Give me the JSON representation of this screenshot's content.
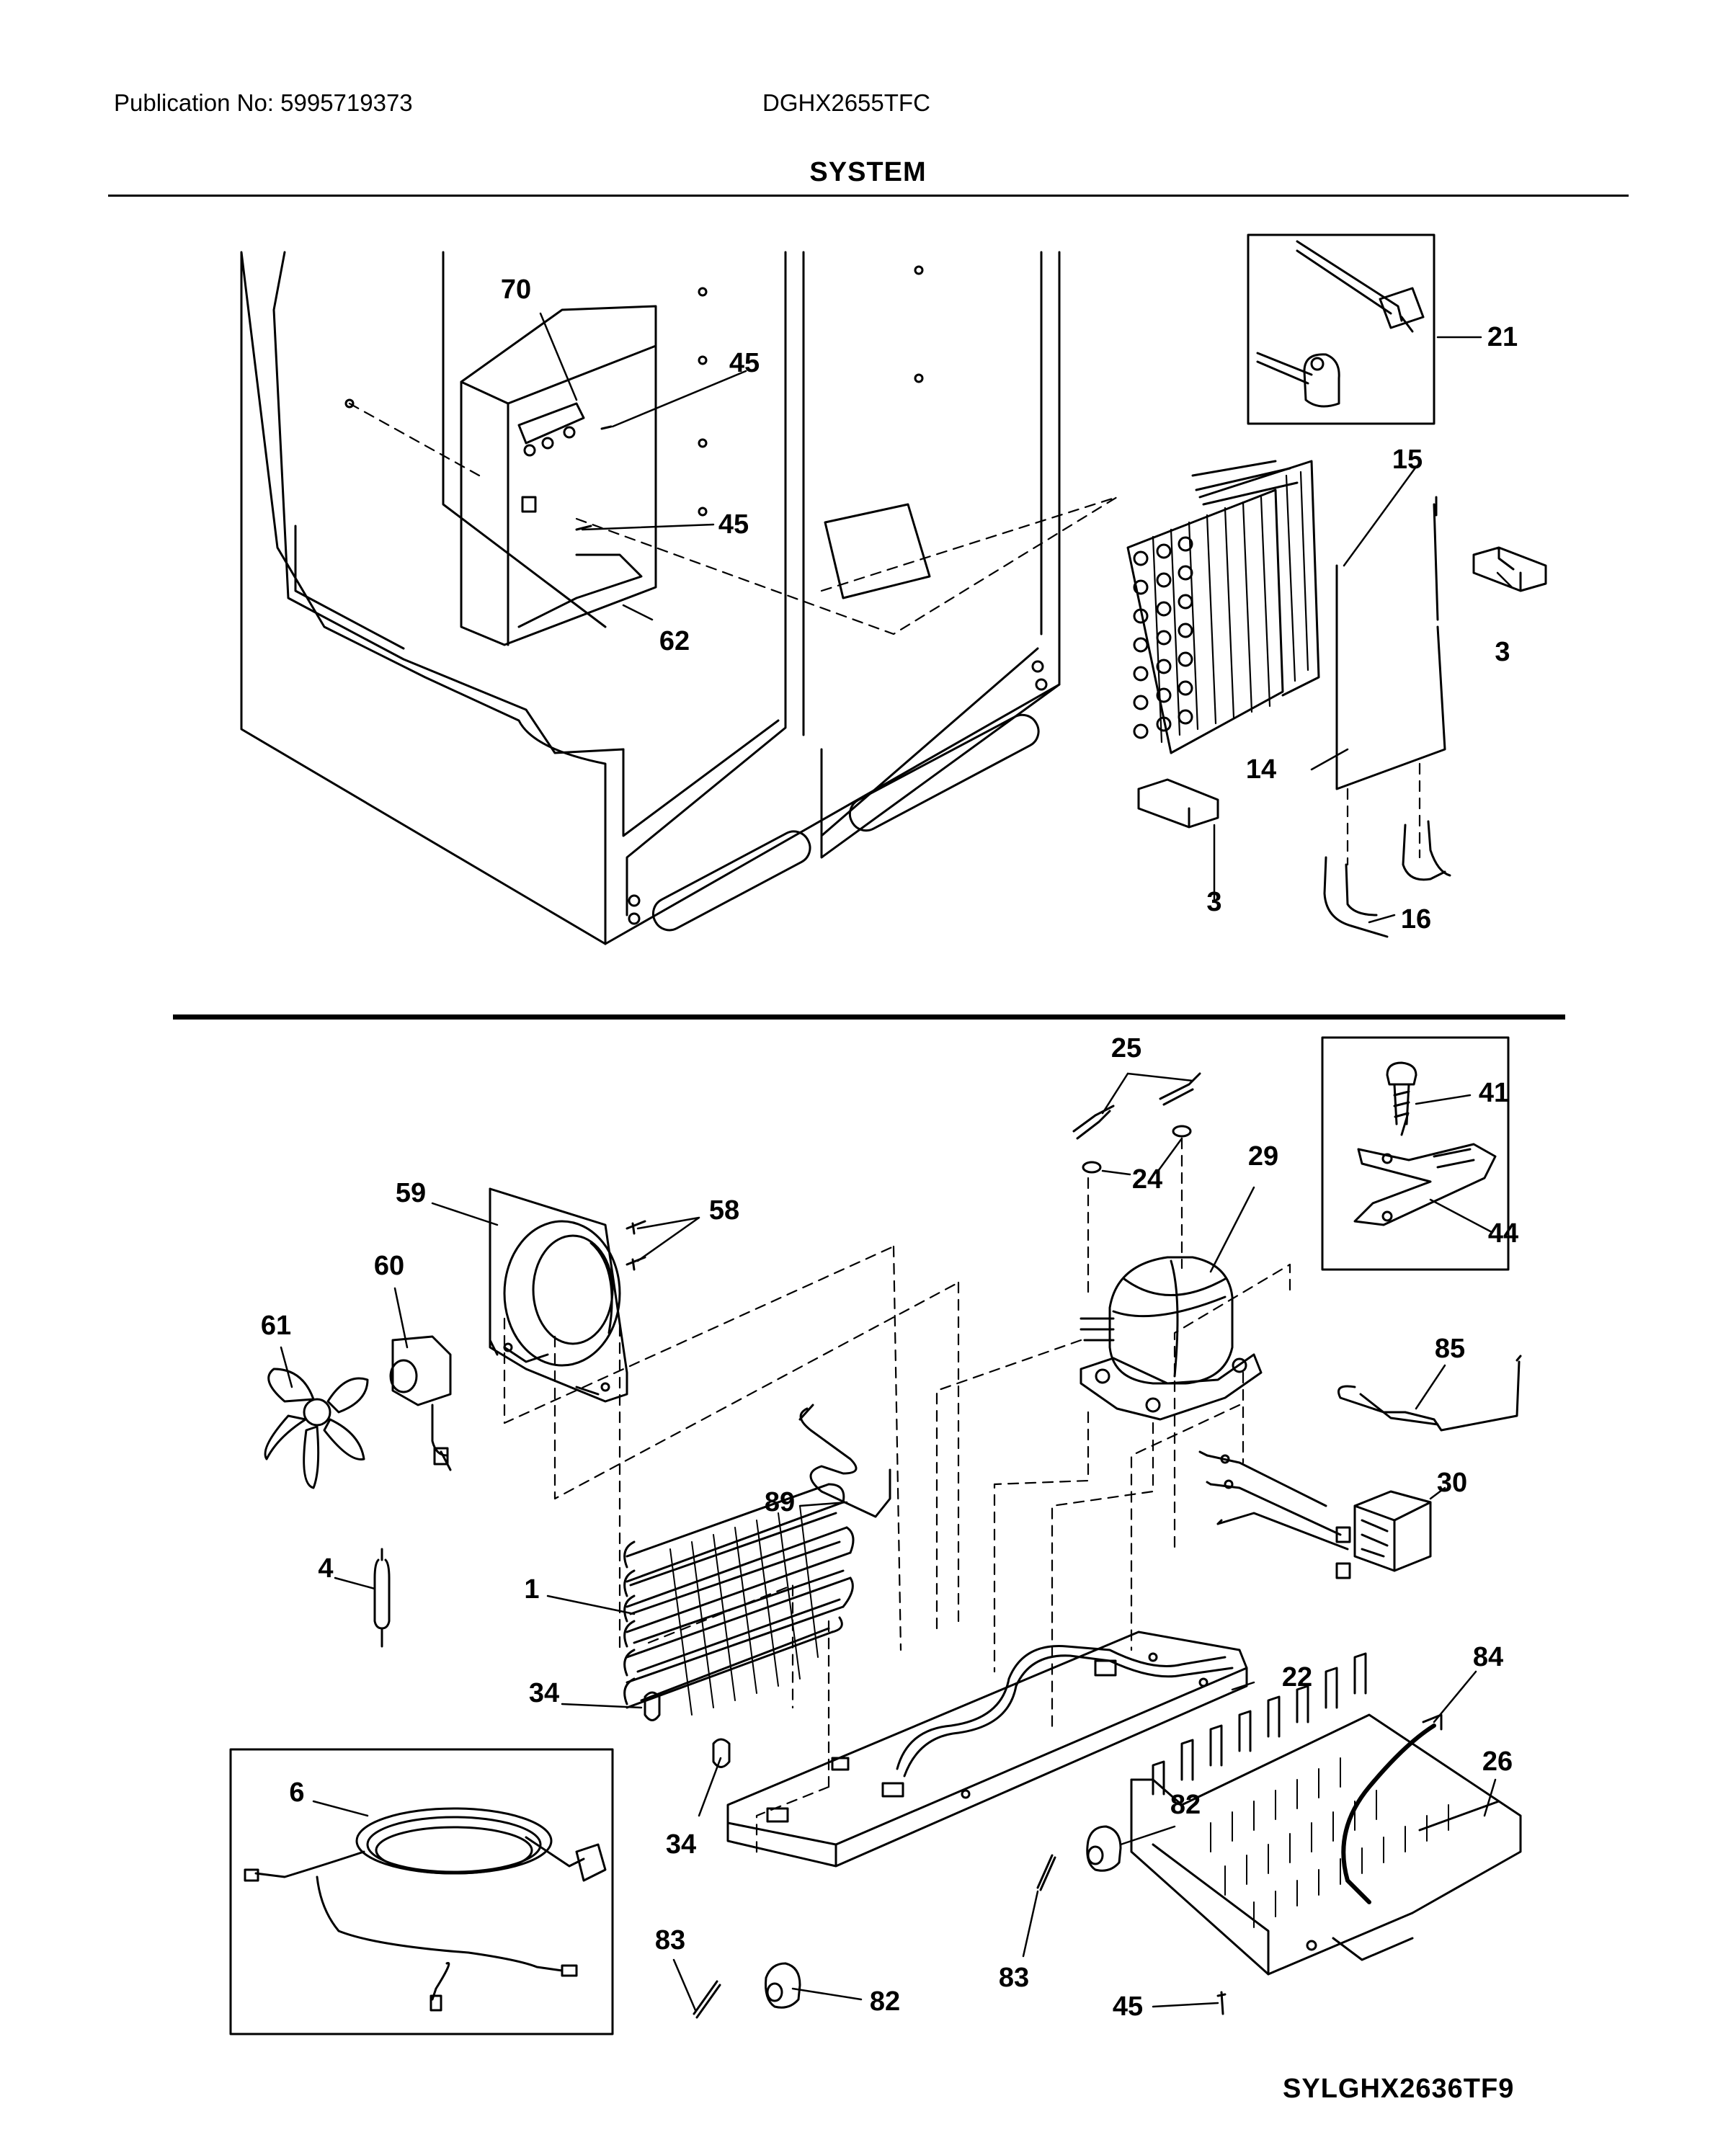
{
  "header": {
    "publication": "Publication No: 5995719373",
    "model": "DGHX2655TFC",
    "section_title": "SYSTEM"
  },
  "footer": {
    "diagram_code": "SYLGHX2636TF9"
  },
  "callouts": [
    {
      "key": "c70",
      "label": "70"
    },
    {
      "key": "c45a",
      "label": "45"
    },
    {
      "key": "c45b",
      "label": "45"
    },
    {
      "key": "c62",
      "label": "62"
    },
    {
      "key": "c21",
      "label": "21"
    },
    {
      "key": "c15",
      "label": "15"
    },
    {
      "key": "c3a",
      "label": "3"
    },
    {
      "key": "c14",
      "label": "14"
    },
    {
      "key": "c3b",
      "label": "3"
    },
    {
      "key": "c16",
      "label": "16"
    },
    {
      "key": "c25",
      "label": "25"
    },
    {
      "key": "c24",
      "label": "24"
    },
    {
      "key": "c29",
      "label": "29"
    },
    {
      "key": "c41",
      "label": "41"
    },
    {
      "key": "c44",
      "label": "44"
    },
    {
      "key": "c59",
      "label": "59"
    },
    {
      "key": "c58",
      "label": "58"
    },
    {
      "key": "c60",
      "label": "60"
    },
    {
      "key": "c61",
      "label": "61"
    },
    {
      "key": "c85",
      "label": "85"
    },
    {
      "key": "c30",
      "label": "30"
    },
    {
      "key": "c89",
      "label": "89"
    },
    {
      "key": "c4",
      "label": "4"
    },
    {
      "key": "c1",
      "label": "1"
    },
    {
      "key": "c22",
      "label": "22"
    },
    {
      "key": "c84",
      "label": "84"
    },
    {
      "key": "c34a",
      "label": "34"
    },
    {
      "key": "c26",
      "label": "26"
    },
    {
      "key": "c6",
      "label": "6"
    },
    {
      "key": "c34b",
      "label": "34"
    },
    {
      "key": "c82a",
      "label": "82"
    },
    {
      "key": "c83a",
      "label": "83"
    },
    {
      "key": "c83b",
      "label": "83"
    },
    {
      "key": "c82b",
      "label": "82"
    },
    {
      "key": "c45c",
      "label": "45"
    }
  ]
}
